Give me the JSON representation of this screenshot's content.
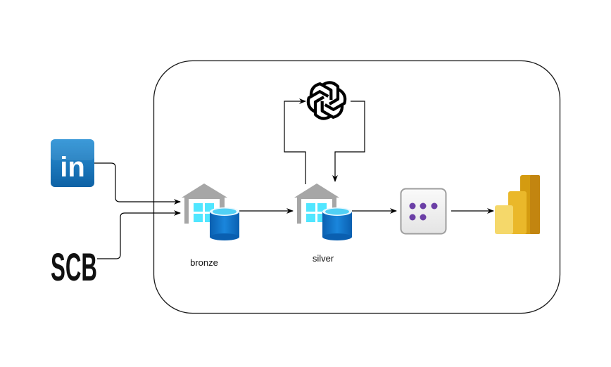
{
  "diagram": {
    "title": "Data pipeline architecture",
    "sources": [
      {
        "id": "linkedin",
        "name": "LinkedIn",
        "icon": "linkedin-icon",
        "text": "in",
        "color": "#1a7bc1"
      },
      {
        "id": "scb",
        "name": "SCB",
        "icon": "scb-logo-icon",
        "text": "SCB",
        "color": "#111111"
      }
    ],
    "nodes": [
      {
        "id": "bronze",
        "label": "bronze",
        "icon": "data-warehouse-icon"
      },
      {
        "id": "silver",
        "label": "silver",
        "icon": "data-warehouse-icon"
      },
      {
        "id": "openai",
        "label": "",
        "icon": "openai-icon"
      },
      {
        "id": "semantic-model",
        "label": "",
        "icon": "semantic-model-icon",
        "dot_color": "#6b3fa6"
      },
      {
        "id": "powerbi",
        "label": "",
        "icon": "power-bi-icon"
      }
    ],
    "edges": [
      {
        "from": "linkedin",
        "to": "bronze"
      },
      {
        "from": "scb",
        "to": "bronze"
      },
      {
        "from": "bronze",
        "to": "silver"
      },
      {
        "from": "silver",
        "to": "openai"
      },
      {
        "from": "openai",
        "to": "silver"
      },
      {
        "from": "silver",
        "to": "semantic-model"
      },
      {
        "from": "semantic-model",
        "to": "powerbi"
      }
    ],
    "colors": {
      "roof": "#a6a6a6",
      "window": "#50e6ff",
      "cylinder": "#0078d4",
      "cylinder_top": "#83d8f5",
      "powerbi_dark": "#c98b0a",
      "powerbi_mid": "#e8b527",
      "powerbi_light": "#f3d45f"
    }
  }
}
